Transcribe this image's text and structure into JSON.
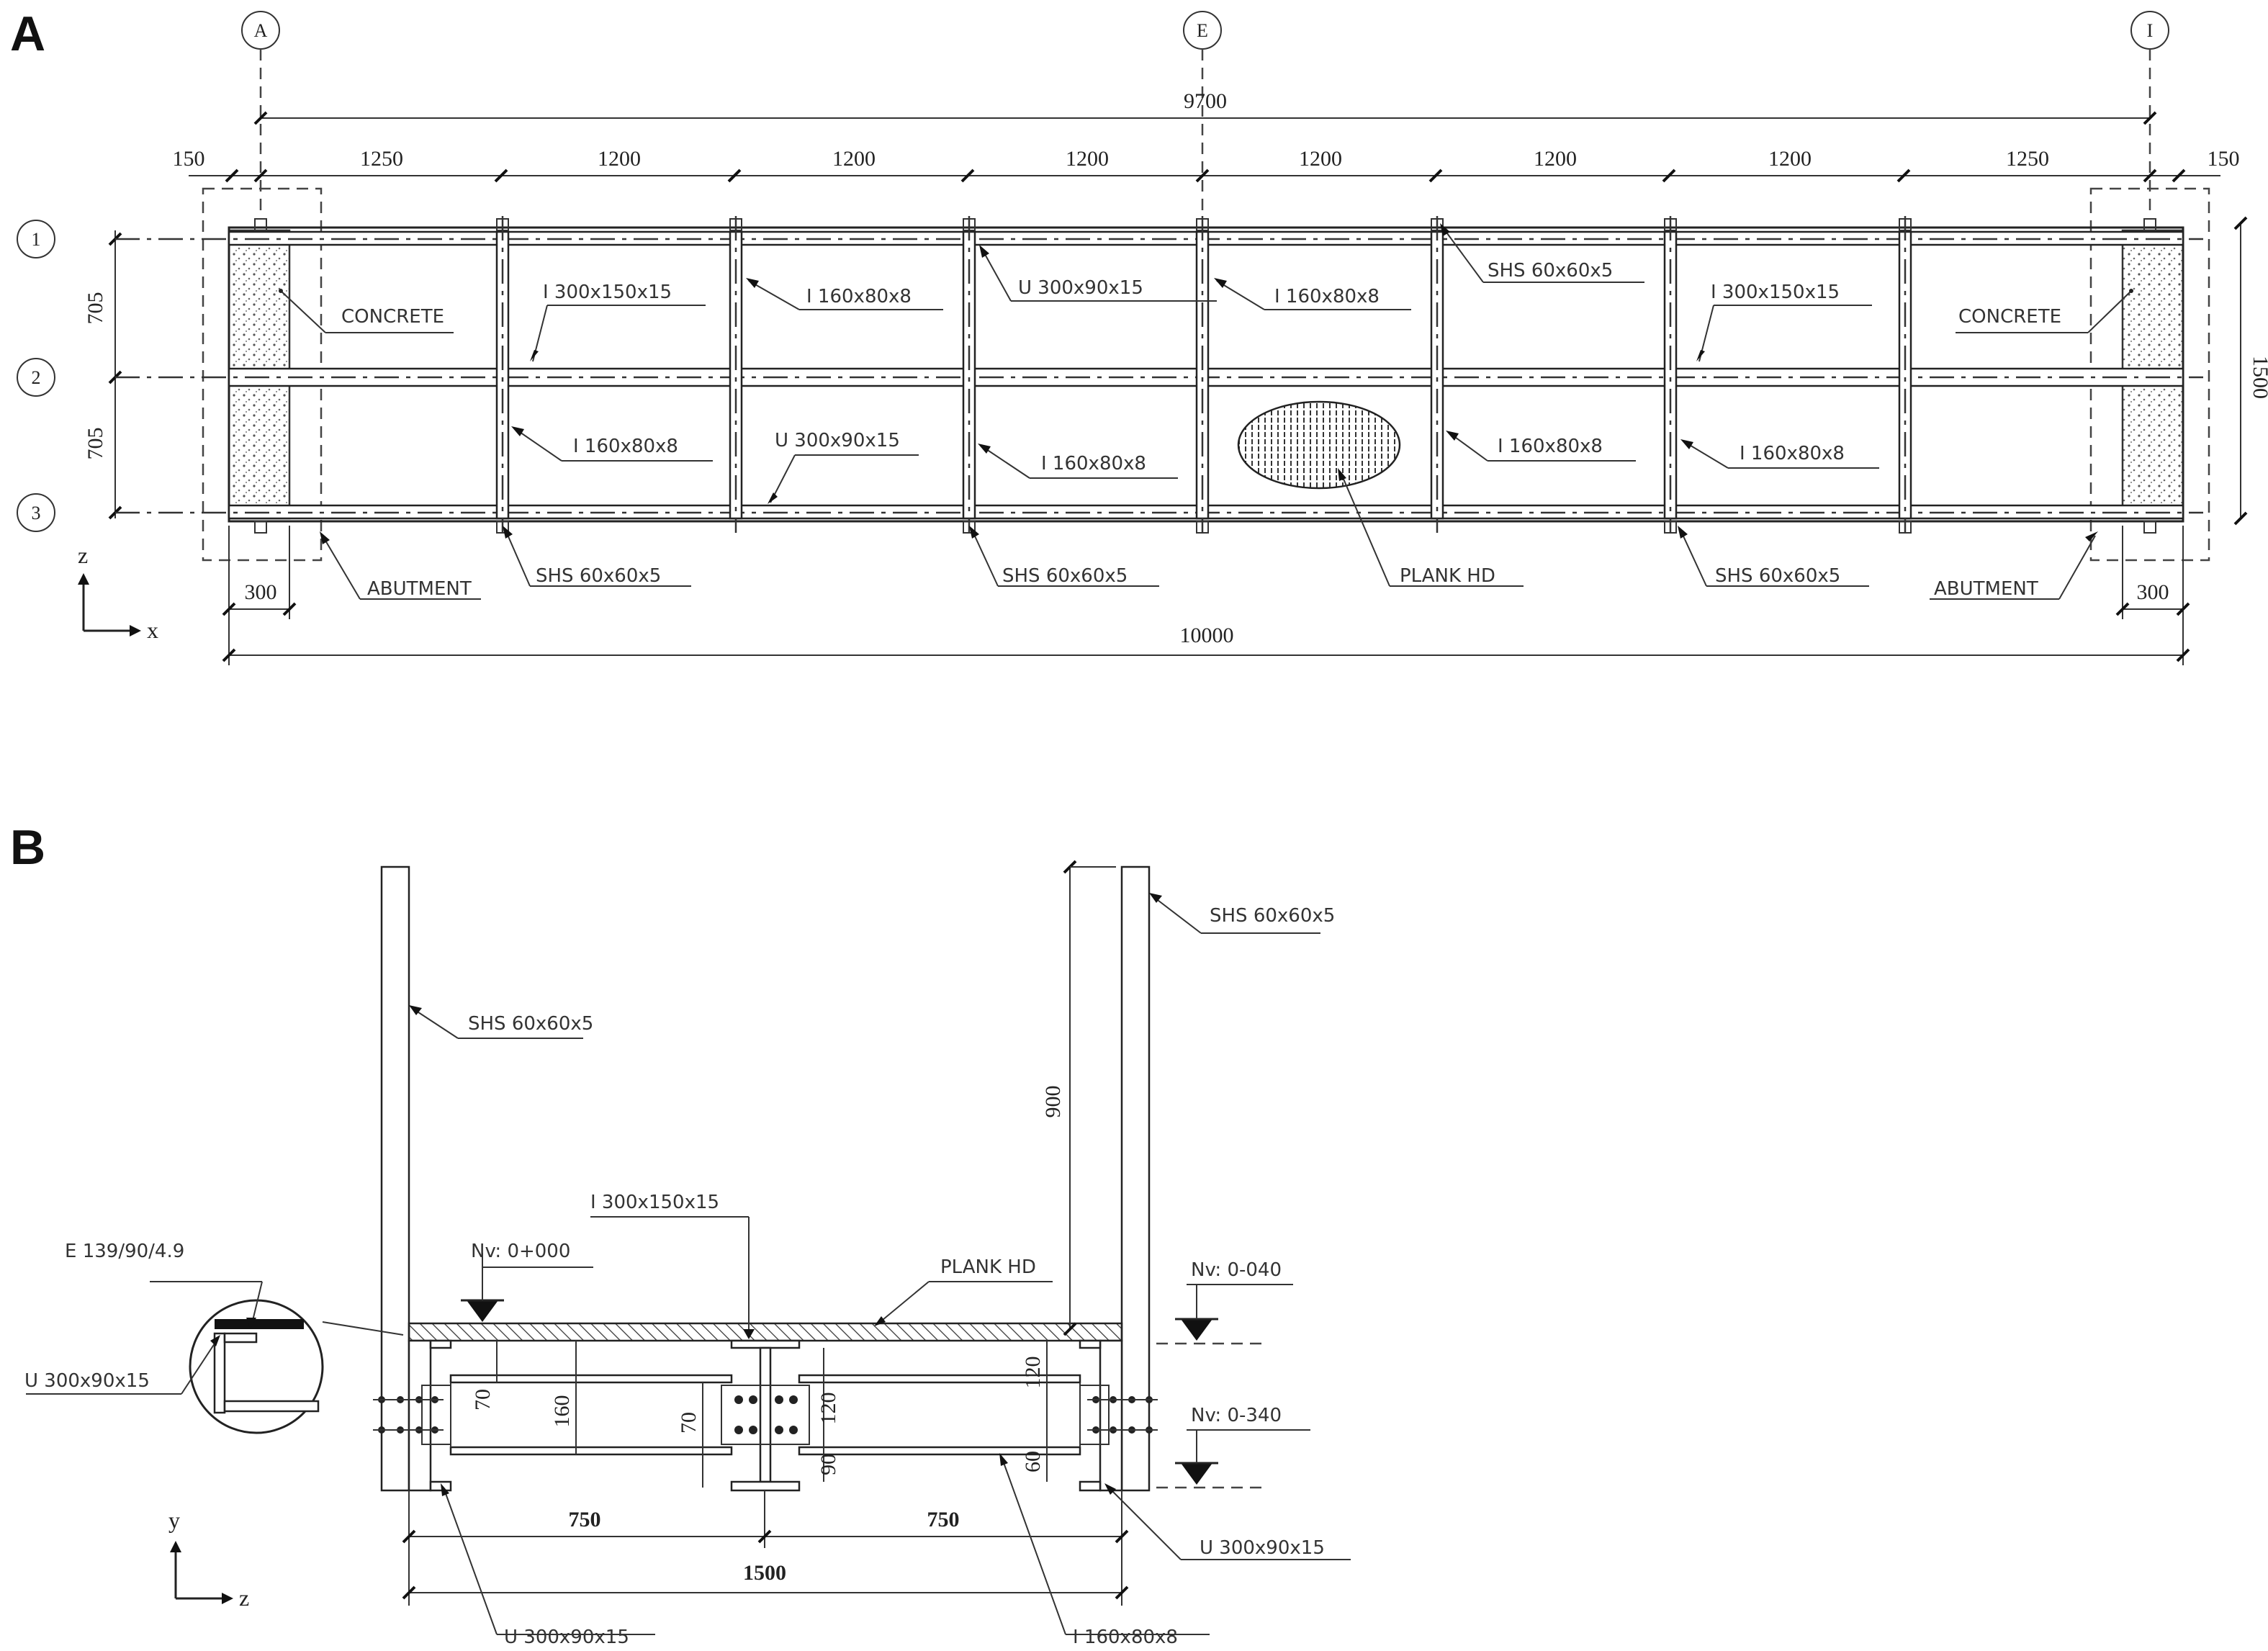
{
  "panelA": {
    "letter": "A",
    "grid_bubbles_top": [
      "A",
      "E",
      "I"
    ],
    "grid_bubbles_left": [
      "1",
      "2",
      "3"
    ],
    "overall_span": "9700",
    "left_offset": "150",
    "right_offset": "150",
    "bay_spans": [
      "1250",
      "1200",
      "1200",
      "1200",
      "1200",
      "1200",
      "1200",
      "1250"
    ],
    "row_spacing_top": "705",
    "row_spacing_bottom": "705",
    "total_width_right": "1500",
    "abutment_width_left": "300",
    "abutment_width_right": "300",
    "total_length": "10000",
    "labels": {
      "concrete_left": "CONCRETE",
      "concrete_right": "CONCRETE",
      "i300_left": "I 300x150x15",
      "i300_right": "I 300x150x15",
      "i160_top_1": "I 160x80x8",
      "u300_top": "U 300x90x15",
      "i160_top_2": "I 160x80x8",
      "shs_top": "SHS 60x60x5",
      "i160_bot_1": "I 160x80x8",
      "u300_bot": "U 300x90x15",
      "i160_bot_2": "I 160x80x8",
      "i160_bot_3": "I 160x80x8",
      "i160_bot_4": "I 160x80x8",
      "abutment_left": "ABUTMENT",
      "abutment_right": "ABUTMENT",
      "shs_bot_1": "SHS 60x60x5",
      "shs_bot_2": "SHS 60x60x5",
      "shs_bot_3": "SHS 60x60x5",
      "plank": "PLANK HD"
    },
    "axes": {
      "vertical": "z",
      "horizontal": "x"
    }
  },
  "panelB": {
    "letter": "B",
    "labels": {
      "shs_right": "SHS 60x60x5",
      "shs_left": "SHS 60x60x5",
      "i300": "I 300x150x15",
      "e_section": "E 139/90/4.9",
      "u300_detail": "U 300x90x15",
      "plank": "PLANK HD",
      "u300_bottom_right": "U 300x90x15",
      "u300_bottom_left": "U 300x90x15",
      "i160_bottom": "I 160x80x8"
    },
    "levels": {
      "nv_000": "Nv: 0+000",
      "nv_040": "Nv: 0-040",
      "nv_340": "Nv: 0-340"
    },
    "dims": {
      "post_height": "900",
      "d70_left": "70",
      "d160": "160",
      "d70_mid": "70",
      "d120": "120",
      "d90": "90",
      "d120_right": "120",
      "d60_right": "60",
      "half_left": "750",
      "half_right": "750",
      "total": "1500"
    },
    "axes": {
      "vertical": "y",
      "horizontal": "z"
    }
  }
}
